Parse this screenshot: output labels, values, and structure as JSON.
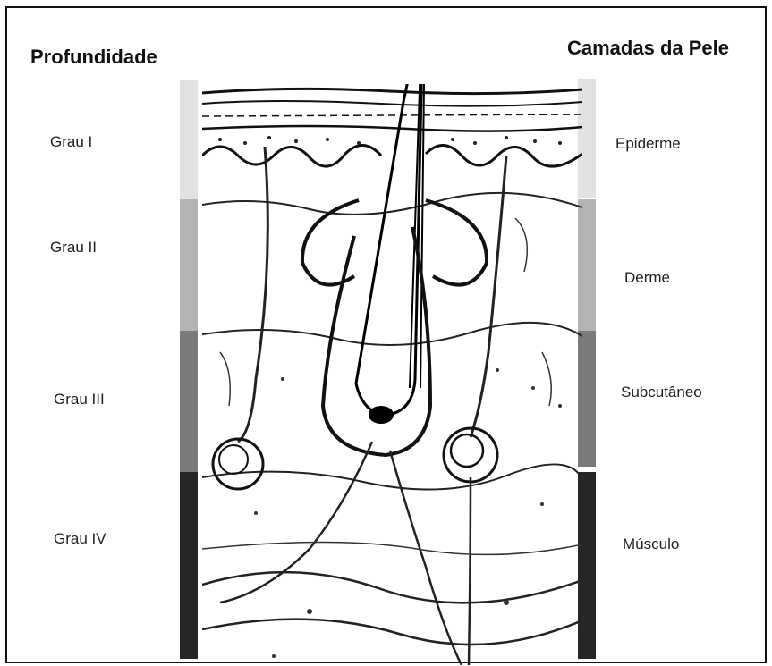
{
  "left_heading": "Profundidade",
  "right_heading": "Camadas da Pele",
  "depth_grades": [
    {
      "label": "Grau I",
      "color": "#e2e2e2"
    },
    {
      "label": "Grau II",
      "color": "#b3b3b3"
    },
    {
      "label": "Grau III",
      "color": "#7a7a7a"
    },
    {
      "label": "Grau IV",
      "color": "#262626"
    }
  ],
  "skin_layers": [
    {
      "label": "Epiderme",
      "color": "#e2e2e2"
    },
    {
      "label": "Derme",
      "color": "#b3b3b3"
    },
    {
      "label": "Subcutâneo",
      "color": "#7a7a7a"
    },
    {
      "label": "Músculo",
      "color": "#262626"
    }
  ],
  "illustration_icon": "skin-cross-section-icon"
}
